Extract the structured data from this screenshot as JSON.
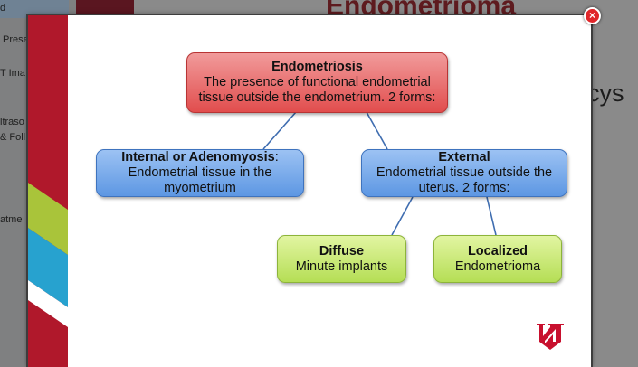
{
  "background": {
    "sidebar_items": [
      "d",
      "Prese",
      "T Ima",
      "ltraso",
      "& Foll",
      "atme"
    ],
    "slide_title": "Endometrioma",
    "slide_text": "c cys"
  },
  "modal": {
    "close_label": "×",
    "root": {
      "title": "Endometriosis",
      "text": "The presence of functional endometrial tissue outside the endometrium. 2 forms:"
    },
    "internal": {
      "title": "Internal or Adenomyosis",
      "colon": ":",
      "text": "Endometrial tissue in the myometrium"
    },
    "external": {
      "title": "External",
      "text": "Endometrial tissue outside the uterus. 2 forms:"
    },
    "diffuse": {
      "title": "Diffuse",
      "text": "Minute implants"
    },
    "localized": {
      "title": "Localized",
      "text": "Endometrioma"
    },
    "logo_icon": "unmc-n-logo-icon"
  },
  "colors": {
    "root_red": "#e14d4d",
    "branch_blue": "#5d97e3",
    "leaf_green": "#b5de55",
    "accent_crimson": "#b0182b",
    "accent_lime": "#a9c43a",
    "accent_cyan": "#27a2cf"
  }
}
